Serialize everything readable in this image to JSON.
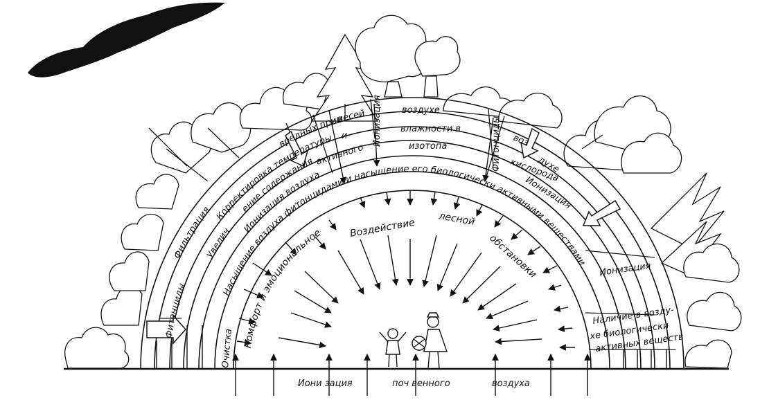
{
  "labels": {
    "v": "в",
    "i": "и",
    "vozduhe": "воздухе",
    "vlazhnosti_v": "влажности в",
    "izotopa": "изотопа",
    "aktivnogo": "активного",
    "ionizacia_top": "Ионизация",
    "fitoncidy_top": "Фитонциды",
    "voz": "воз",
    "duhe": "духе",
    "kisloroda": "кислорода",
    "ionizacia_right_band": "Ионизация",
    "vrednyh_primesey": "вредных примесей",
    "korrektirovka": "Корректировка температуры",
    "uvelich": "Увелич",
    "enie_soderzhania": "ение содержания",
    "filtracia": "Фильтрация",
    "ionizacia_vozduha": "Ионизация воздуха",
    "nasyshchenie": "Насыщение воздуха фитонцидами и насыщение его биологически активными веществами",
    "fitoncidy_left": "Фитонциды",
    "ochistka": "Очистка",
    "vozdeystvie": "Воздействие",
    "lesnoy": "лесной",
    "obstanovki": "обстановки",
    "komfort": "Комфорт и эмоциональное",
    "ionizacia_right": "Ионизация",
    "nalichie_1": "Наличие в возду-",
    "nalichie_2": "хе биологически",
    "nalichie_3": "активных веществ",
    "bottom_1": "Иони зация",
    "bottom_2": "поч венного",
    "bottom_3": "воздуха"
  }
}
